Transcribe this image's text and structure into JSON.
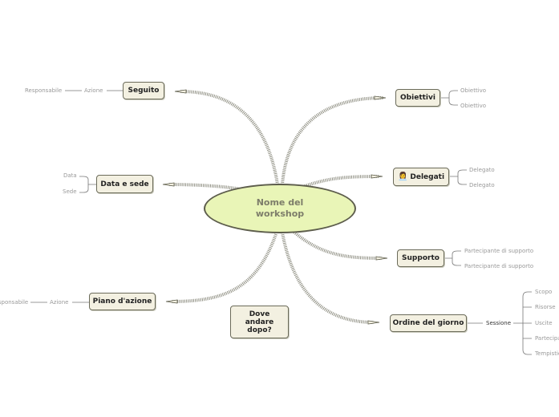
{
  "central": "Nome del workshop",
  "branches": {
    "obiettivi": {
      "label": "Obiettivi",
      "children": [
        "Obiettivo",
        "Obiettivo"
      ]
    },
    "delegati": {
      "label": "Delegati",
      "icon": "person-icon",
      "children": [
        "Delegato",
        "Delegato"
      ]
    },
    "supporto": {
      "label": "Supporto",
      "children": [
        "Partecipante di supporto",
        "Partecipante di supporto"
      ]
    },
    "ordine": {
      "label": "Ordine del giorno",
      "child": "Sessione",
      "subchildren": [
        "Scopo",
        "Risorse",
        "Uscite",
        "Partecipanti",
        "Tempistica"
      ]
    },
    "seguito": {
      "label": "Seguito",
      "child": "Azione",
      "subchild": "Responsabile"
    },
    "data_sede": {
      "label": "Data e sede",
      "children": [
        "Data",
        "Sede"
      ]
    },
    "piano": {
      "label": "Piano d'azione",
      "child": "Azione",
      "subchild": "Responsabile"
    }
  },
  "floating": "Dove andare dopo?",
  "colors": {
    "center_fill": "#e9f5b7",
    "node_fill": "#f3f0e1",
    "border": "#5d5d4c"
  }
}
